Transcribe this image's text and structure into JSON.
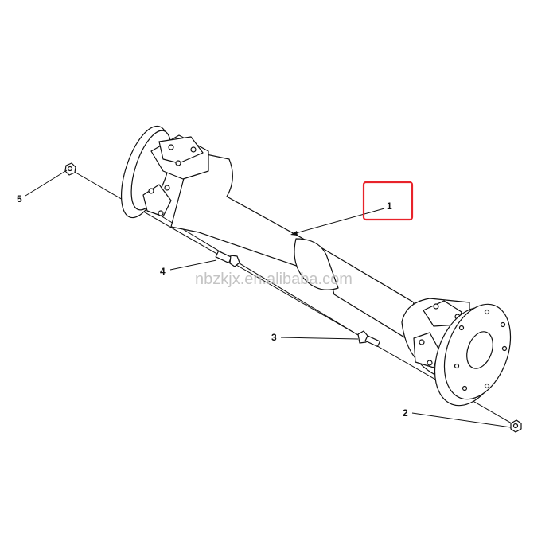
{
  "diagram": {
    "callouts": [
      {
        "number": "1",
        "part": "shaft-assembly",
        "highlighted": true
      },
      {
        "number": "2",
        "part": "nut"
      },
      {
        "number": "3",
        "part": "bolt"
      },
      {
        "number": "4",
        "part": "bolt"
      },
      {
        "number": "5",
        "part": "nut"
      }
    ],
    "highlight_color": "#e8232a",
    "watermark": "nbzkjx.en.alibaba.com"
  }
}
